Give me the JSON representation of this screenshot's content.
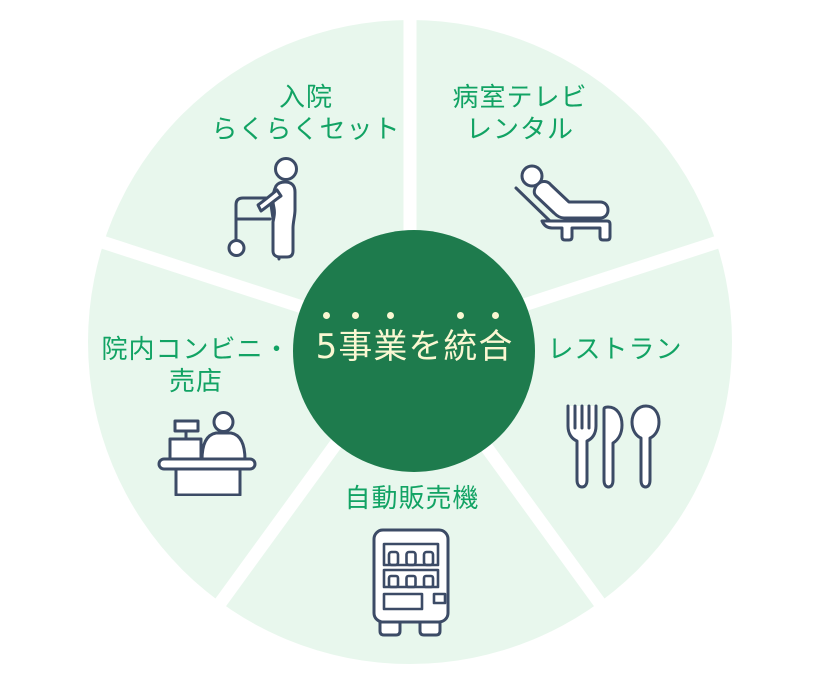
{
  "title": "5事業を統合",
  "colors": {
    "page_bg": "#ffffff",
    "segment_fill": "#e8f7ed",
    "divider": "#ffffff",
    "center_fill": "#1e7b4d",
    "center_text": "#faf7d2",
    "label_text": "#12a364",
    "icon_stroke": "#3c4b66",
    "icon_fill": "#ffffff"
  },
  "center": {
    "label": "5事業を統合",
    "chars": [
      {
        "c": "5",
        "dot": true
      },
      {
        "c": "事",
        "dot": true
      },
      {
        "c": "業",
        "dot": true
      },
      {
        "c": "を",
        "dot": false
      },
      {
        "c": "統",
        "dot": true
      },
      {
        "c": "合",
        "dot": true
      }
    ]
  },
  "segments": [
    {
      "position": "top-left",
      "icon": "person-with-walker-icon",
      "label_lines": [
        "入院",
        "らくらくセット"
      ]
    },
    {
      "position": "top-right",
      "icon": "reclining-patient-icon",
      "label_lines": [
        "病室テレビ",
        "レンタル"
      ]
    },
    {
      "position": "right",
      "icon": "cutlery-icon",
      "label_lines": [
        "レストラン"
      ]
    },
    {
      "position": "bottom",
      "icon": "vending-machine-icon",
      "label_lines": [
        "自動販売機"
      ]
    },
    {
      "position": "left",
      "icon": "checkout-counter-icon",
      "label_lines": [
        "院内コンビニ・",
        "売店"
      ]
    }
  ]
}
